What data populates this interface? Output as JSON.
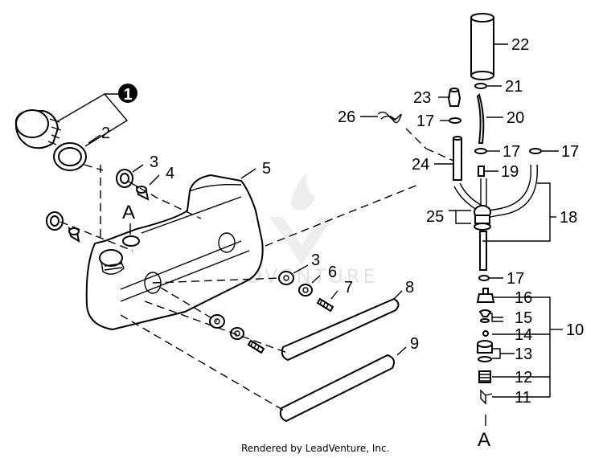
{
  "callouts": {
    "c1": "1",
    "c2": "2",
    "c3a": "3",
    "c3b": "3",
    "c4": "4",
    "c5": "5",
    "c6": "6",
    "c7": "7",
    "c8": "8",
    "c9": "9",
    "c10": "10",
    "c11": "11",
    "c12": "12",
    "c13": "13",
    "c14": "14",
    "c15": "15",
    "c16": "16",
    "c17a": "17",
    "c17b": "17",
    "c17c": "17",
    "c17d": "17",
    "c18": "18",
    "c19": "19",
    "c20": "20",
    "c21": "21",
    "c22": "22",
    "c23": "23",
    "c24": "24",
    "c25": "25",
    "c26": "26"
  },
  "reference": {
    "a_top": "A",
    "a_bottom": "A"
  },
  "watermark": {
    "text": "LEADVENTURE"
  },
  "footer": {
    "credit": "Rendered by LeadVenture, Inc."
  },
  "colors": {
    "ink": "#000000",
    "paper": "#ffffff",
    "watermark": "#e3e3e3"
  }
}
